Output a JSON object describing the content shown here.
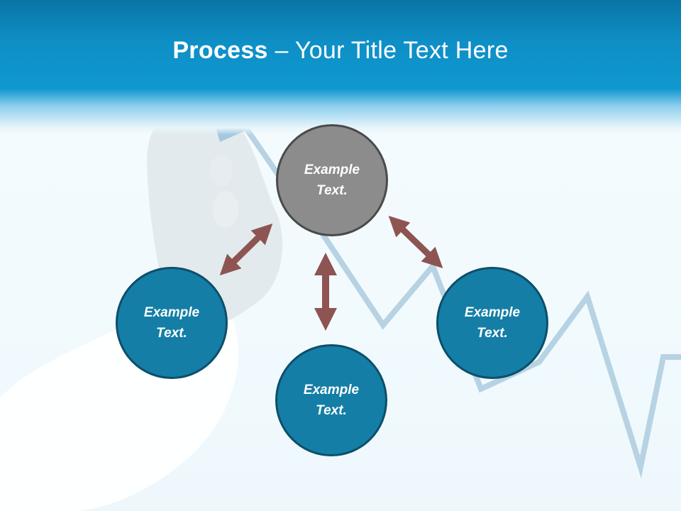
{
  "slide": {
    "title_bold": "Process",
    "title_rest": " – Your Title Text Here"
  },
  "nodes": {
    "top": {
      "text": "Example\nText.",
      "color": "#8c8c8c"
    },
    "left": {
      "text": "Example\nText.",
      "color": "#147ea6"
    },
    "bottom": {
      "text": "Example\nText.",
      "color": "#147ea6"
    },
    "right": {
      "text": "Example\nText.",
      "color": "#147ea6"
    }
  },
  "colors": {
    "title_bar": "#0e8fc6",
    "arrow": "#8e5452",
    "chart_line": "#b7d3e3"
  }
}
